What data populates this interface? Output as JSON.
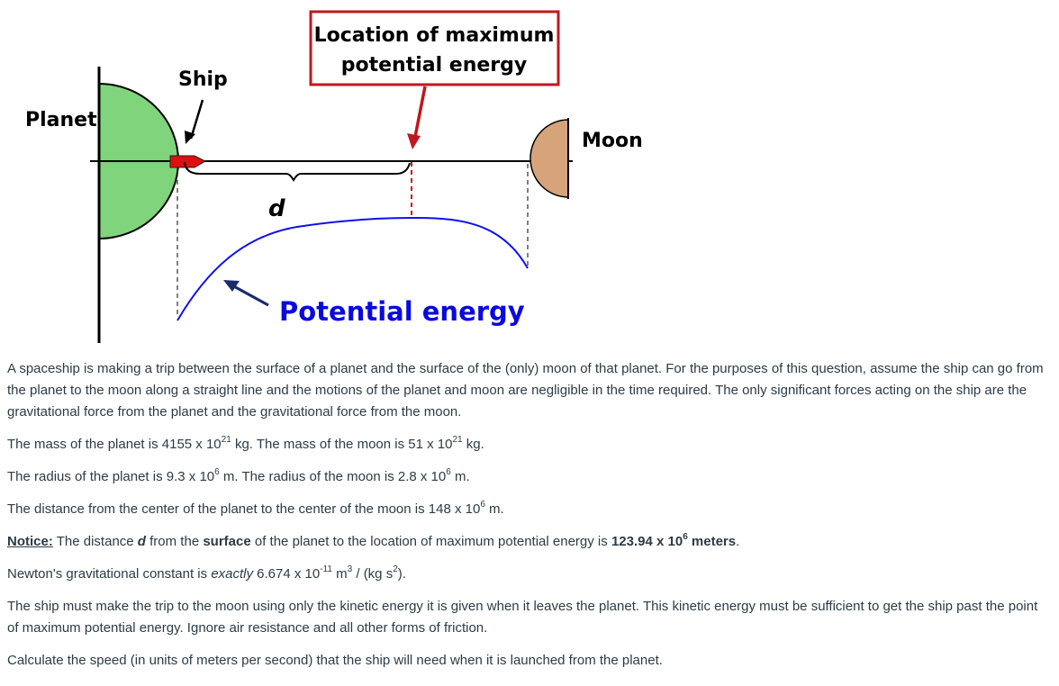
{
  "diagram": {
    "planet_label": "Planet",
    "ship_label": "Ship",
    "moon_label": "Moon",
    "d_label": "d",
    "max_pe_label_line1": "Location of maximum",
    "max_pe_label_line2": "potential energy",
    "pe_label": "Potential energy",
    "colors": {
      "planet": "#80d47b",
      "moon": "#d6a37a",
      "ship": "#e01010",
      "curve": "#1010ee",
      "callout_border": "#c0171d",
      "red_dash": "#d01010"
    }
  },
  "problem": {
    "intro": "A spaceship is making a trip between the surface of a planet and the surface of the (only) moon of that planet.  For the purposes of this question, assume the ship can go from the planet to the moon along a straight line and the motions of the planet and moon are negligible in the time required.  The only significant forces acting on the ship are the gravitational force from the planet and the gravitational force from the moon.",
    "mass_planet_pre": "The mass of the planet is 4155 x 10",
    "mass_planet_exp": "21",
    "mass_planet_mid": " kg.   The mass of the moon is 51 x 10",
    "mass_moon_exp": "21",
    "mass_moon_post": " kg.",
    "radius_pre": "The radius of the planet is 9.3 x 10",
    "radius_planet_exp": "6",
    "radius_mid": " m.  The radius of the moon is 2.8 x 10",
    "radius_moon_exp": "6",
    "radius_post": " m.",
    "distance_pre": "The distance from the center of the planet to the center of the moon is 148 x 10",
    "distance_exp": "6",
    "distance_post": " m.",
    "notice_label": "Notice:",
    "notice_t1": " The distance ",
    "notice_d": "d",
    "notice_t2": " from the ",
    "notice_surface": "surface",
    "notice_t3": " of the planet to the location of maximum potential energy is ",
    "notice_value": "123.94 x 10",
    "notice_exp": "6",
    "notice_unit": " meters",
    "notice_end": ".",
    "g_pre": "Newton's gravitational constant is ",
    "g_exactly": "exactly",
    "g_value": " 6.674 x 10",
    "g_exp": "-11",
    "g_unit1": " m",
    "g_exp2": "3",
    "g_unit2": " / (kg s",
    "g_exp3": "2",
    "g_unit3": ").",
    "ke_text": "The ship must make the trip to the moon using only the kinetic energy it is given when it leaves the planet. This kinetic energy must be sufficient to get the ship past the point of maximum potential energy. Ignore air resistance and all other forms of friction.",
    "question": "Calculate the speed (in units of meters per second) that the ship will need when it is launched from the planet."
  }
}
